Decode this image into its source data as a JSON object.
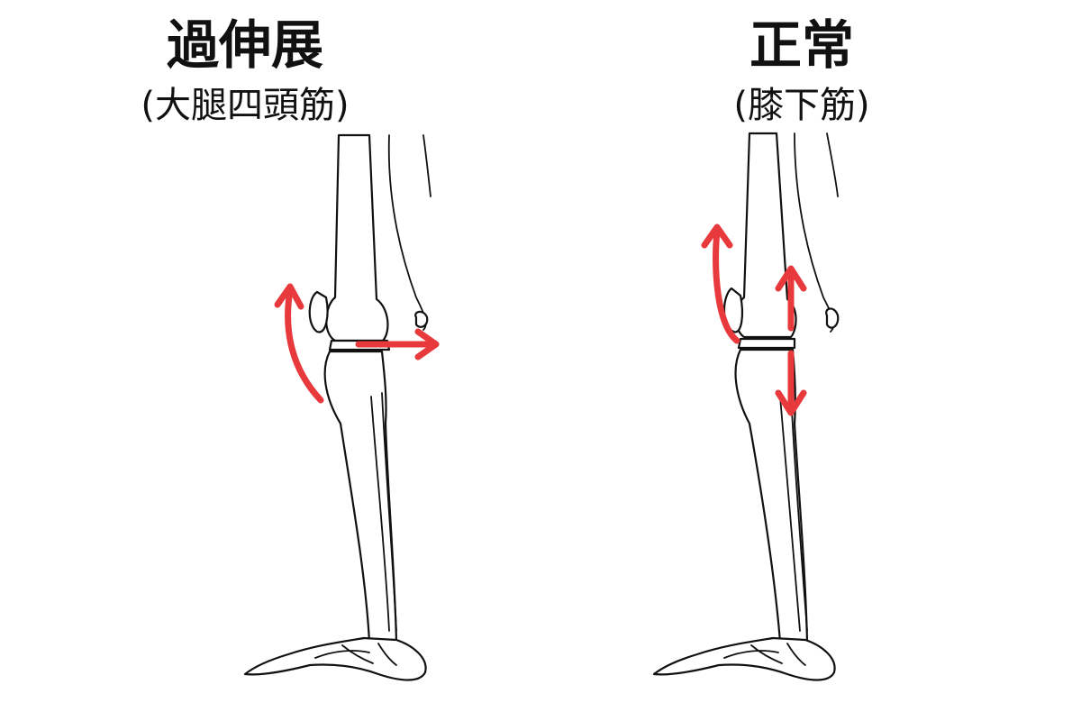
{
  "left_panel": {
    "title": "過伸展",
    "subtitle": "(大腿四頭筋)"
  },
  "right_panel": {
    "title": "正常",
    "subtitle": "(膝下筋)"
  },
  "colors": {
    "arrow": "#e8393c",
    "outline": "#111111",
    "background": "#ffffff"
  }
}
